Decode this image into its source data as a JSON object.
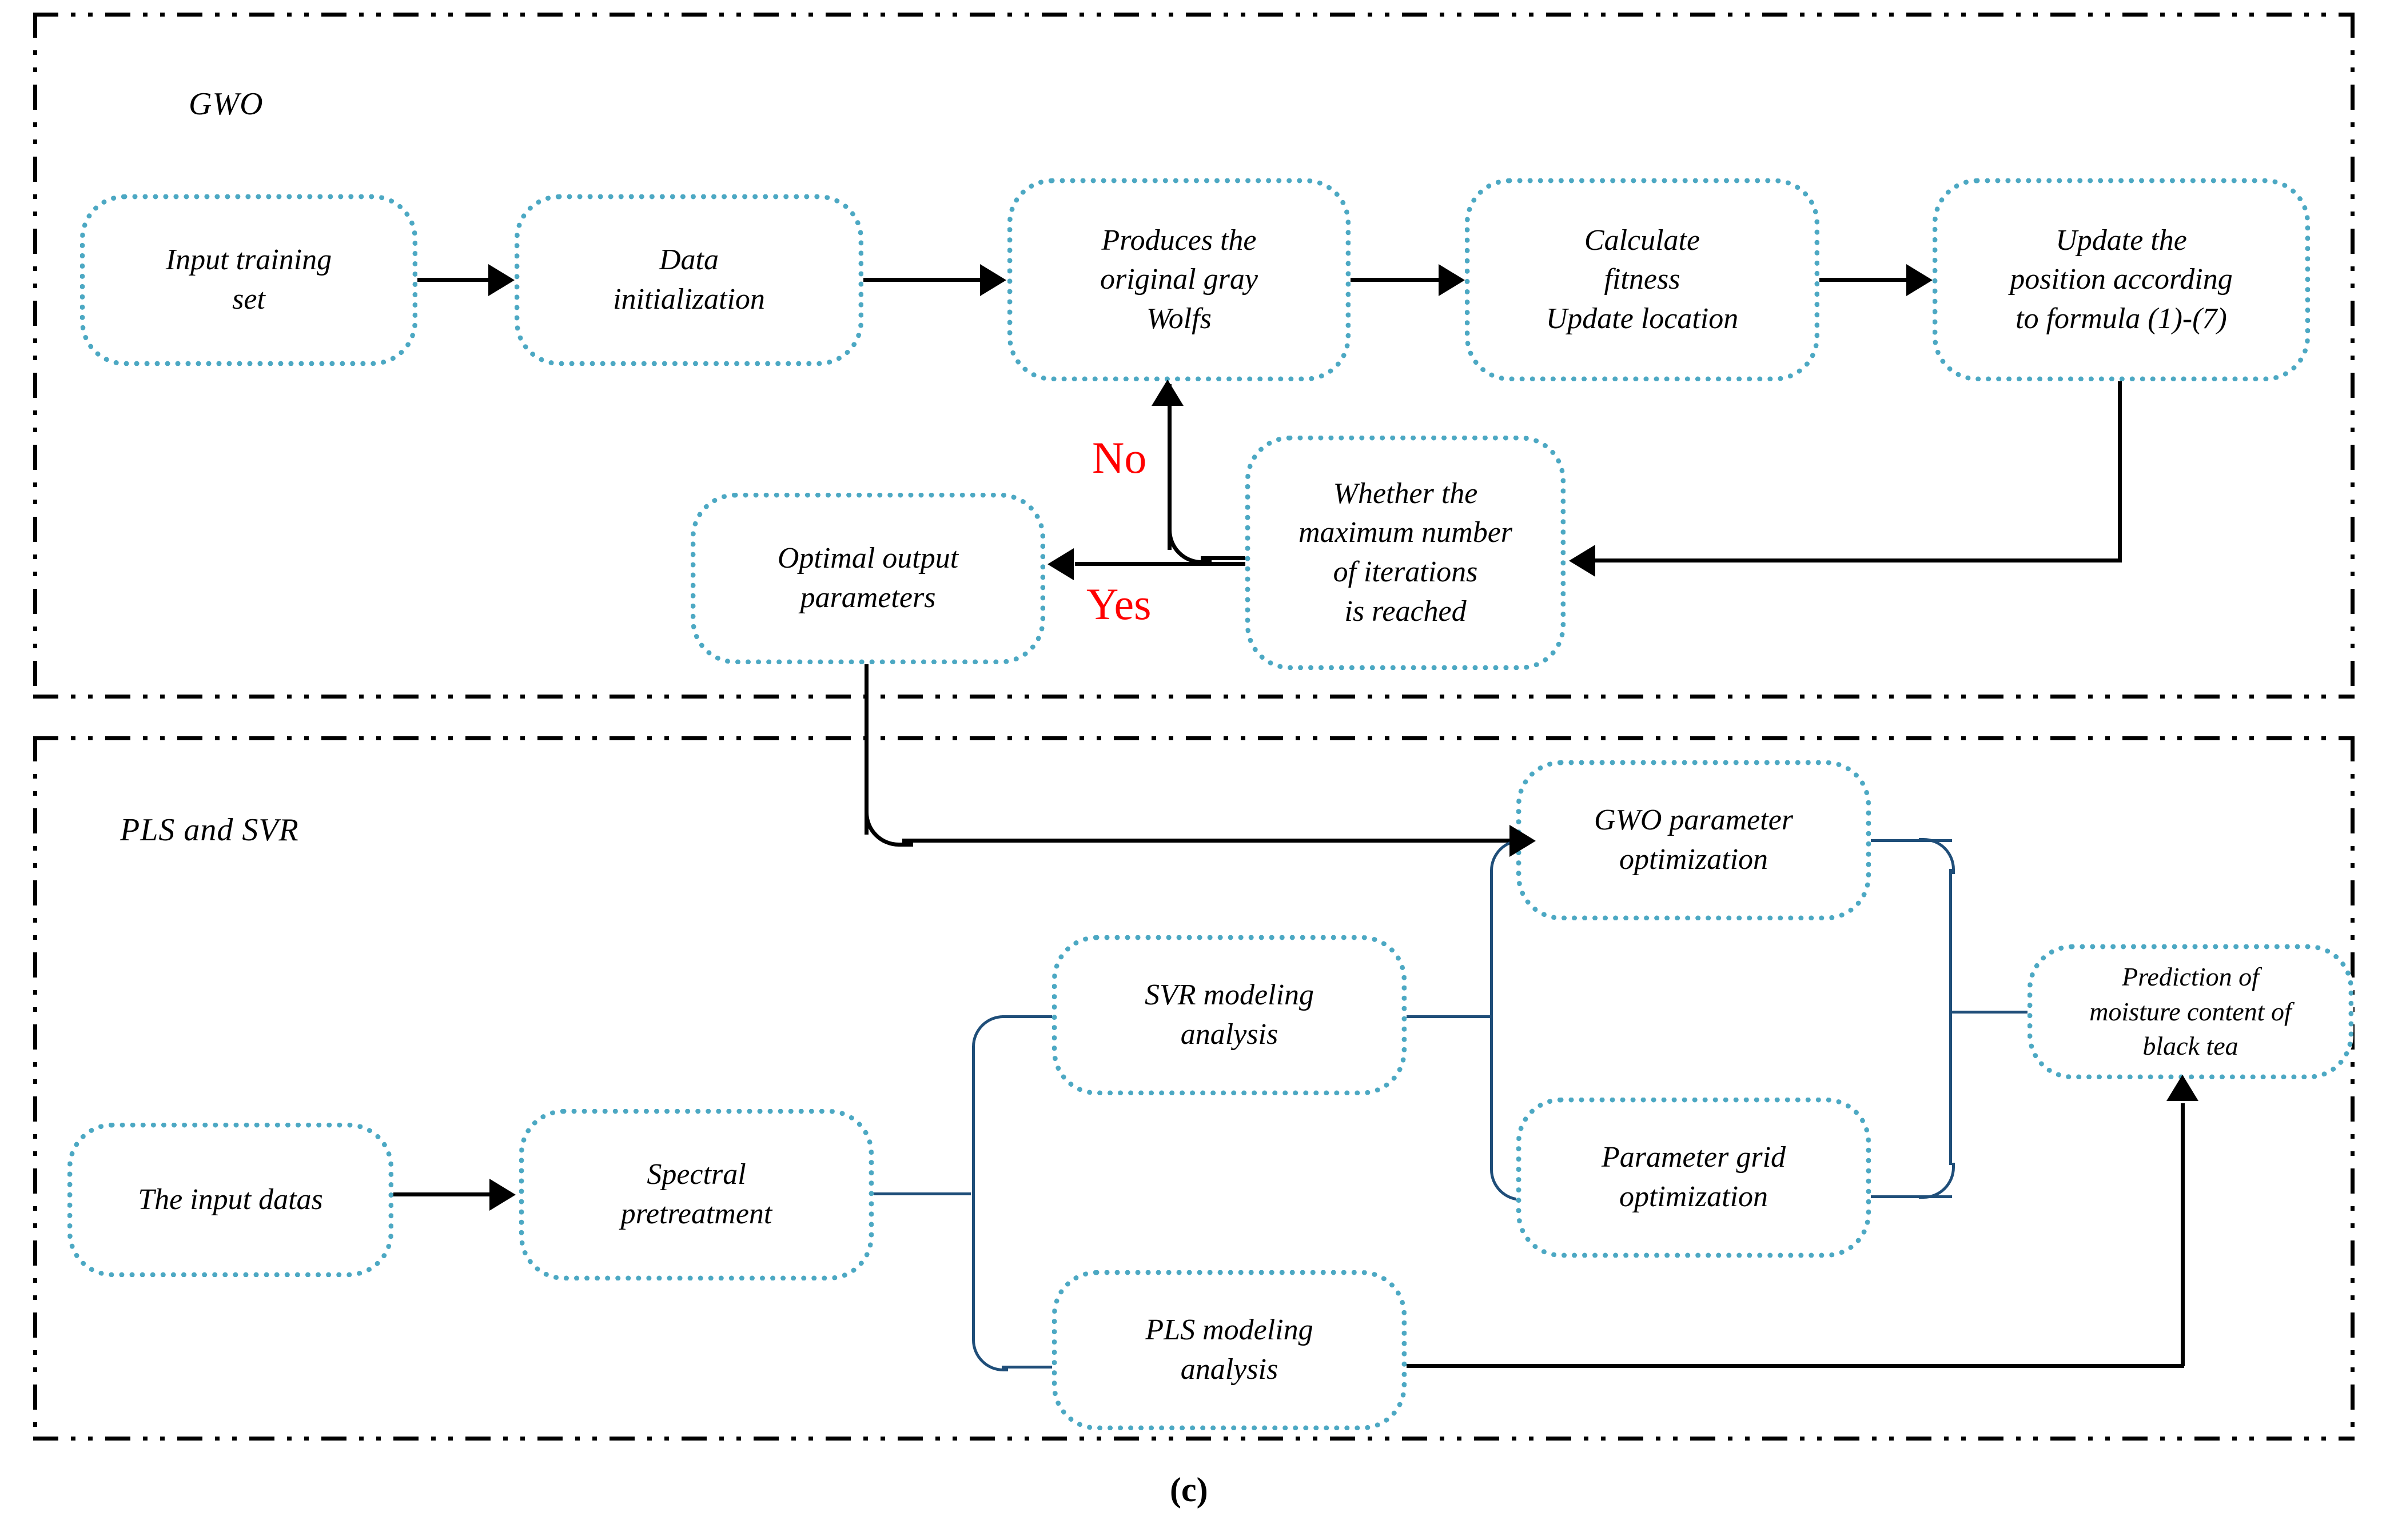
{
  "figure": {
    "caption": "(c)"
  },
  "panels": [
    {
      "id": "gwo",
      "label": "GWO"
    },
    {
      "id": "pls_svr",
      "label": "PLS and SVR"
    }
  ],
  "gwo_panel": {
    "label": "GWO",
    "nodes": [
      {
        "id": "input-training-set",
        "text": "Input training\nset"
      },
      {
        "id": "data-initialization",
        "text": "Data\ninitialization"
      },
      {
        "id": "produces-original-gray-wolfs",
        "text": "Produces the\noriginal gray\nWolfs"
      },
      {
        "id": "calculate-fitness-update-location",
        "text": "Calculate\nfitness\nUpdate location"
      },
      {
        "id": "update-position-formula",
        "text": "Update the\nposition according\nto formula (1)-(7)"
      },
      {
        "id": "whether-max-iterations",
        "text": "Whether the\nmaximum number\nof iterations\nis reached"
      },
      {
        "id": "optimal-output-parameters",
        "text": "Optimal output\nparameters"
      }
    ],
    "decision_labels": {
      "no": "No",
      "yes": "Yes"
    },
    "decision_color": "#FF0000"
  },
  "pls_svr_panel": {
    "label": "PLS and SVR",
    "nodes": [
      {
        "id": "the-input-datas",
        "text": "The input datas"
      },
      {
        "id": "spectral-pretreatment",
        "text": "Spectral\npretreatment"
      },
      {
        "id": "svr-modeling-analysis",
        "text": "SVR modeling\nanalysis"
      },
      {
        "id": "pls-modeling-analysis",
        "text": "PLS modeling\nanalysis"
      },
      {
        "id": "gwo-parameter-optimization",
        "text": "GWO parameter\noptimization"
      },
      {
        "id": "parameter-grid-optimization",
        "text": "Parameter grid\noptimization"
      },
      {
        "id": "prediction-moisture-content",
        "text": "Prediction of\nmoisture content of\nblack tea"
      }
    ]
  },
  "colors": {
    "node_border": "#4CA8C3",
    "arrow": "#000000",
    "branch_line": "#1F4E79",
    "decision_label": "#FF0000",
    "panel_border": "#000000",
    "background": "#FFFFFF"
  }
}
